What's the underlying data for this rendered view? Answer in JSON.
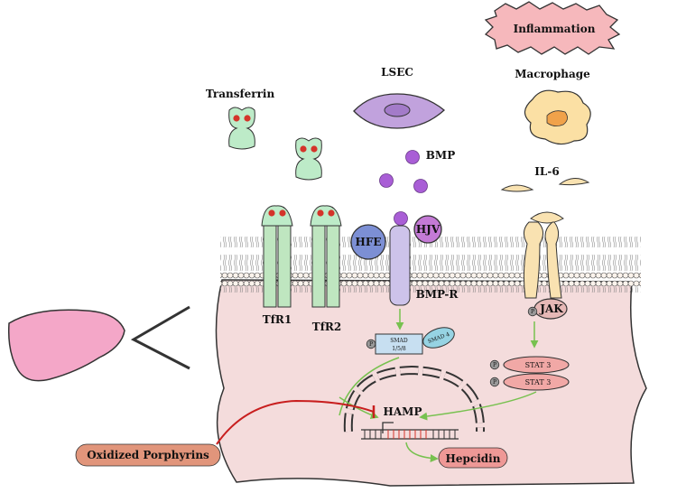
{
  "labels": {
    "inflammation": "Inflammation",
    "lsec": "LSEC",
    "macrophage": "Macrophage",
    "transferrin": "Transferrin",
    "bmp": "BMP",
    "il6": "IL-6",
    "hfe": "HFE",
    "hjv": "HJV",
    "bmpr": "BMP-R",
    "tfr1": "TfR1",
    "tfr2": "TfR2",
    "jak": "JAK",
    "smad_line1": "SMAD",
    "smad_line2": "1/5/8",
    "smad4": "SMAD 4",
    "stat3_a": "STAT 3",
    "stat3_b": "STAT 3",
    "p": "P",
    "hamp": "HAMP",
    "hepcidin": "Hepcidin",
    "oxidized": "Oxidized Porphyrins"
  },
  "colors": {
    "cell_fill": "#f4dcdc",
    "membrane_head": "#fbf3ec",
    "tfr_green": "#bfe6c0",
    "transferrin_green": "#bdebc8",
    "iron_red": "#d4342a",
    "hfe_blue": "#7c8fd4",
    "hjv_purple": "#c47ad6",
    "bmp_purple": "#a95ed6",
    "bmpr_lavender": "#cdc3ea",
    "lsec_purple": "#c1a2dd",
    "macrophage_yellow": "#fbe0a4",
    "il6_tan": "#f9e2b1",
    "jak_pink": "#e6b8b6",
    "stat_pink": "#f1a8a6",
    "smad_blue": "#c7dff1",
    "smad4_teal": "#96d3e3",
    "hepcidin_pink": "#ee9896",
    "oxidized_orange": "#e1957b",
    "inflammation_pink": "#f6b8bc",
    "liver_pink": "#f4a7c8",
    "inhibit_red": "#c81e1e",
    "arrow_green": "#77c14f"
  },
  "icons": [
    "liver-icon",
    "lsec-cell-icon",
    "macrophage-icon",
    "inflammation-burst-icon"
  ]
}
